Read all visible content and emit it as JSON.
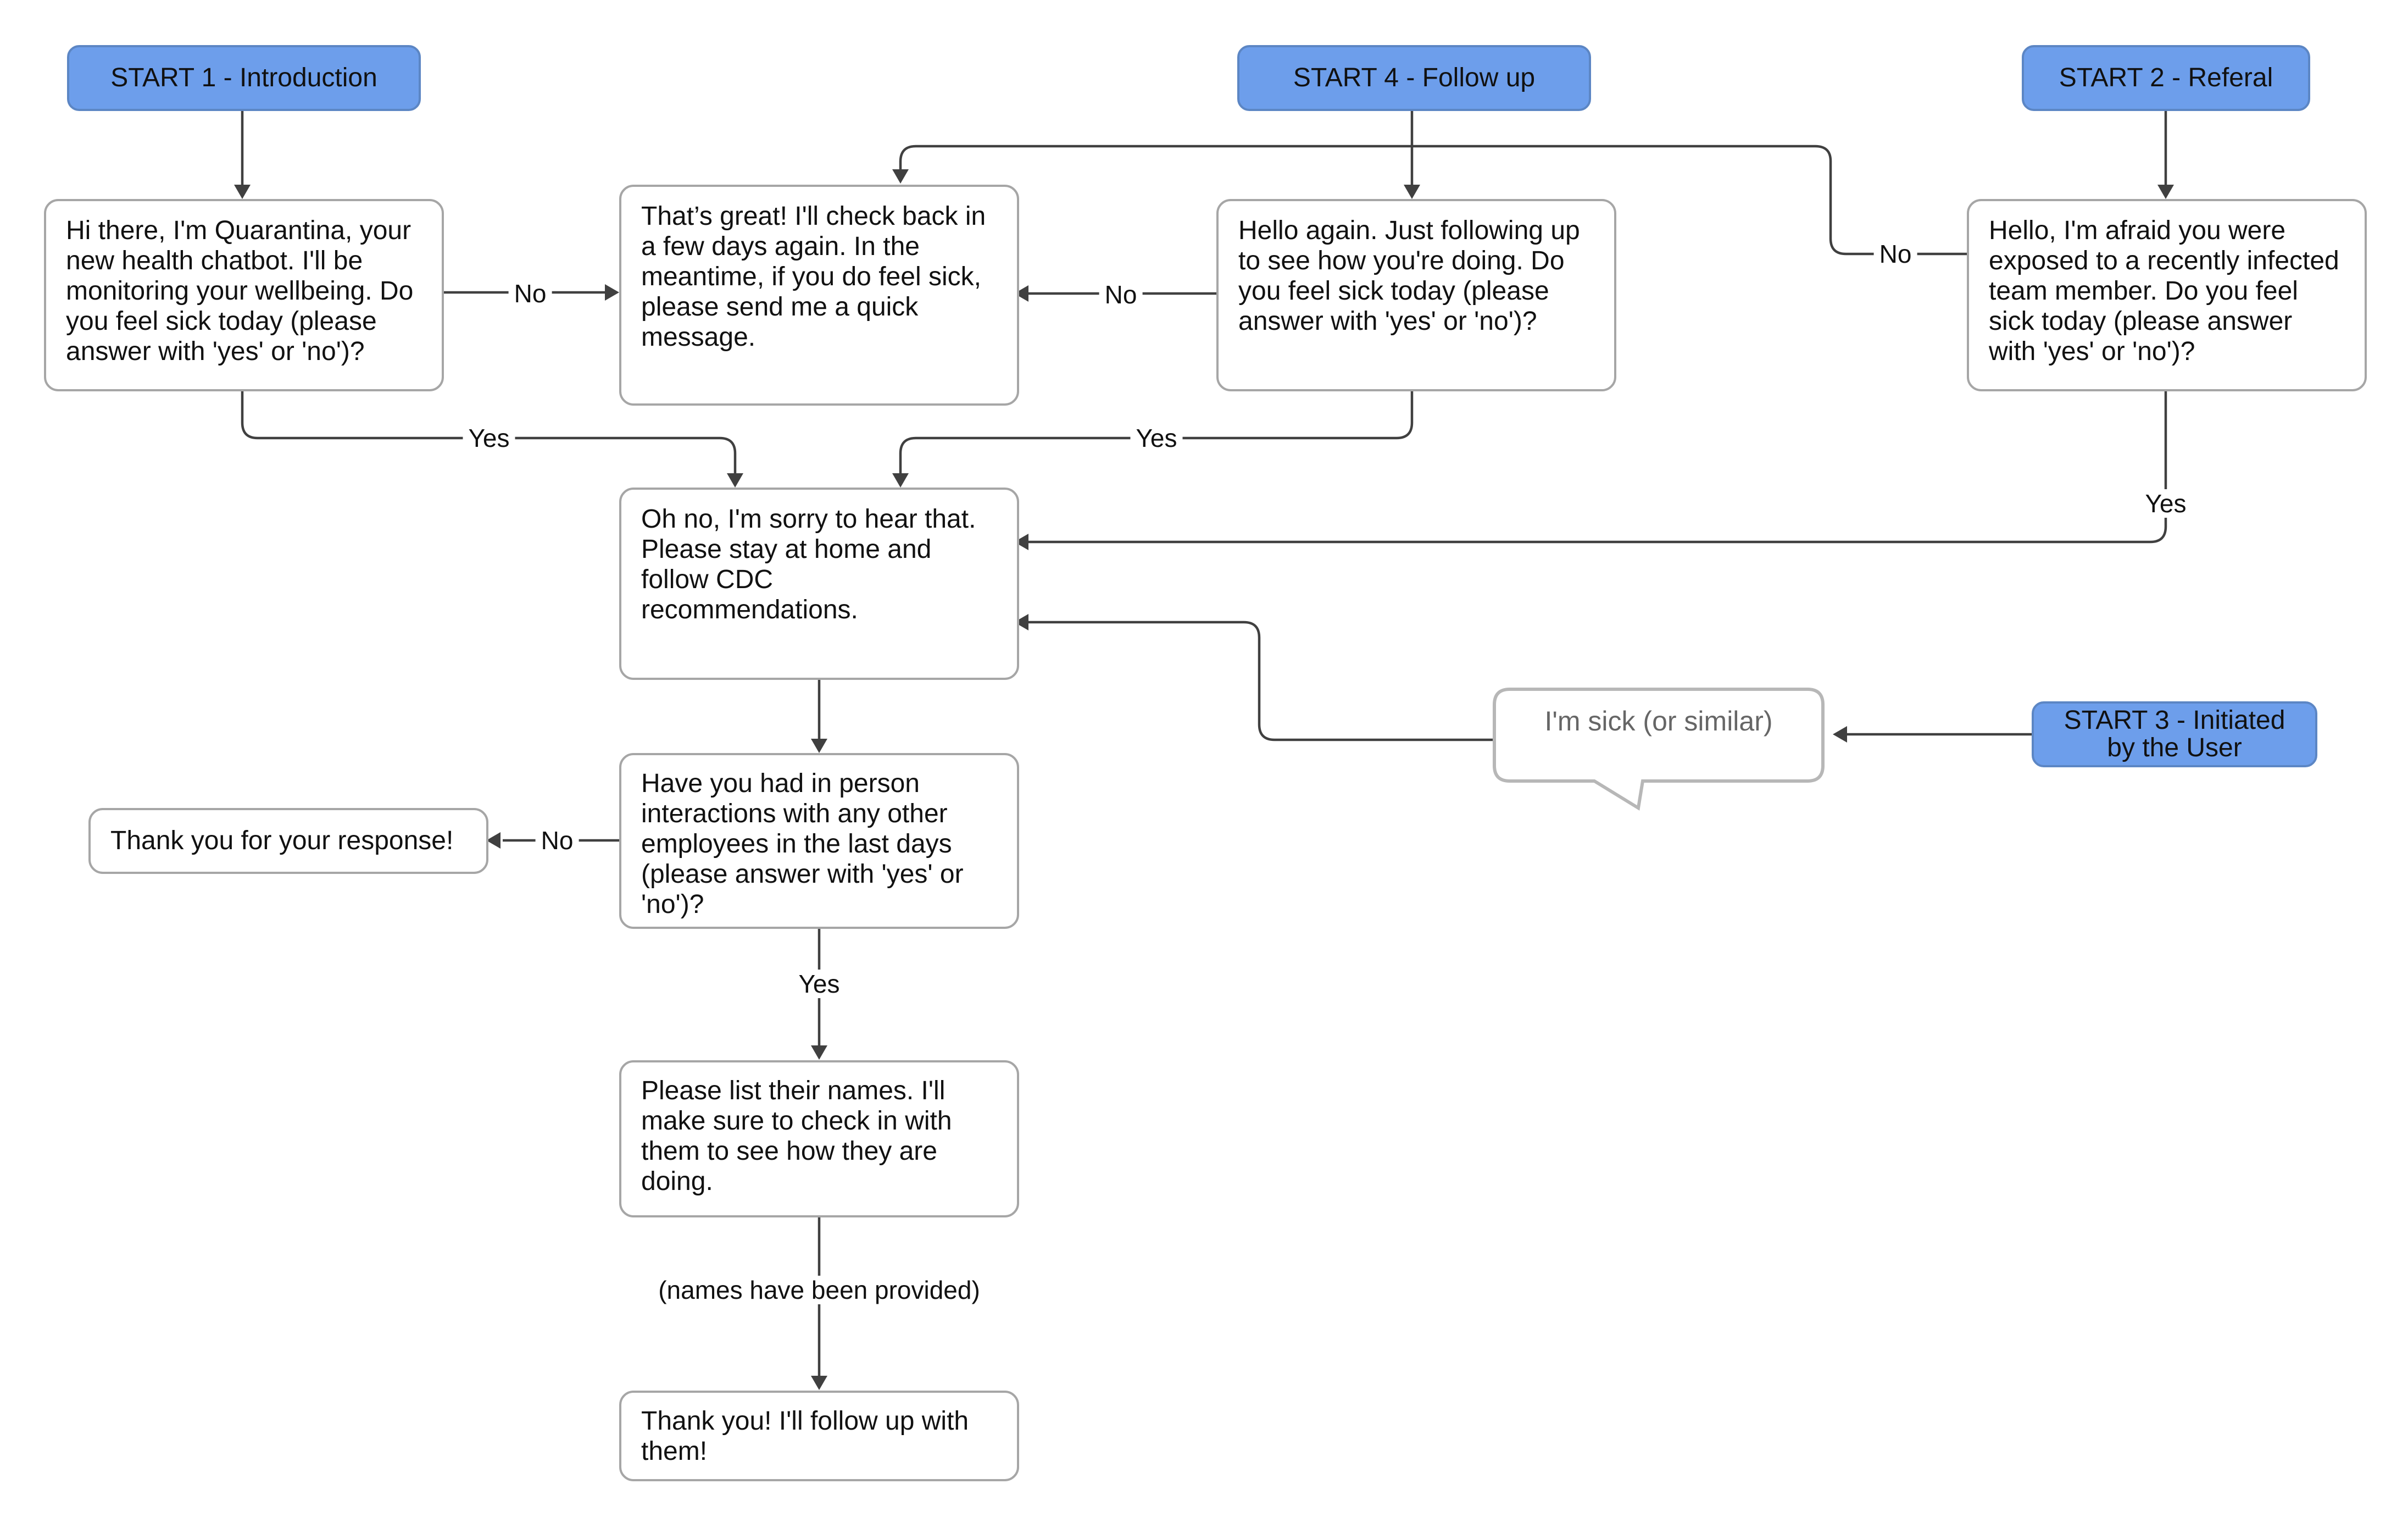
{
  "starts": {
    "s1": "START 1 - Introduction",
    "s4": "START 4 - Follow up",
    "s2": "START 2 - Referal",
    "s3": "START 3 - Initiated by the User"
  },
  "nodes": {
    "intro": "Hi there, I'm Quarantina, your new health chatbot. I'll be monitoring your wellbeing. Do you feel sick today (please answer with 'yes' or 'no')?",
    "great": "That’s great! I'll check back in a few days again. In the meantime, if you do feel sick, please send me a quick message.",
    "followup": "Hello again. Just following up to see how you're doing. Do you feel sick today (please answer with 'yes' or 'no')?",
    "referral": "Hello, I'm afraid you were exposed to a recently infected team member. Do you feel sick today (please answer with 'yes' or 'no')?",
    "sorry": "Oh no, I'm sorry to hear that. Please stay at home and follow CDC recommendations.",
    "interactions": "Have you had in person interactions with any other employees in the last days (please answer with 'yes' or 'no')?",
    "thanks_response": "Thank you for your response!",
    "list_names": "Please list their names. I'll make sure to check in with them to see how they are doing.",
    "follow_up_them": "Thank you! I'll follow up with them!"
  },
  "bubble": "I'm sick (or similar)",
  "edge_labels": {
    "intro_no": "No",
    "followup_no": "No",
    "referral_no": "No",
    "intro_yes": "Yes",
    "followup_yes": "Yes",
    "referral_yes": "Yes",
    "interactions_no": "No",
    "interactions_yes": "Yes",
    "names_provided": "(names have been provided)"
  },
  "colors": {
    "start_fill": "#6d9eeb",
    "start_border": "#5c86c4",
    "node_border": "#a6a6a6",
    "connector": "#404040"
  }
}
